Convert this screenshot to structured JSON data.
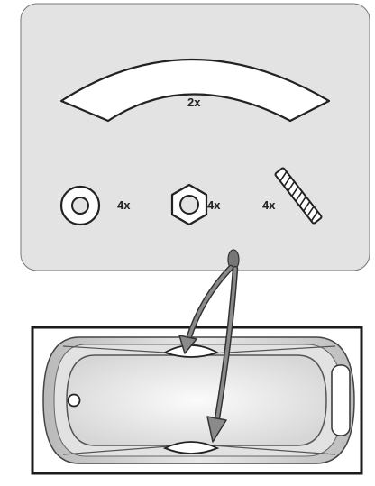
{
  "parts_panel": {
    "items": [
      {
        "icon": "curved-support-icon",
        "quantity": "2x"
      },
      {
        "icon": "washer-icon",
        "quantity": "4x"
      },
      {
        "icon": "hex-nut-icon",
        "quantity": "4x"
      },
      {
        "icon": "threaded-rod-icon",
        "quantity": "4x"
      }
    ]
  },
  "colors": {
    "panel_fill": "#e3e3e3",
    "outline": "#222222",
    "tub_frame": "#1a1a1a"
  }
}
